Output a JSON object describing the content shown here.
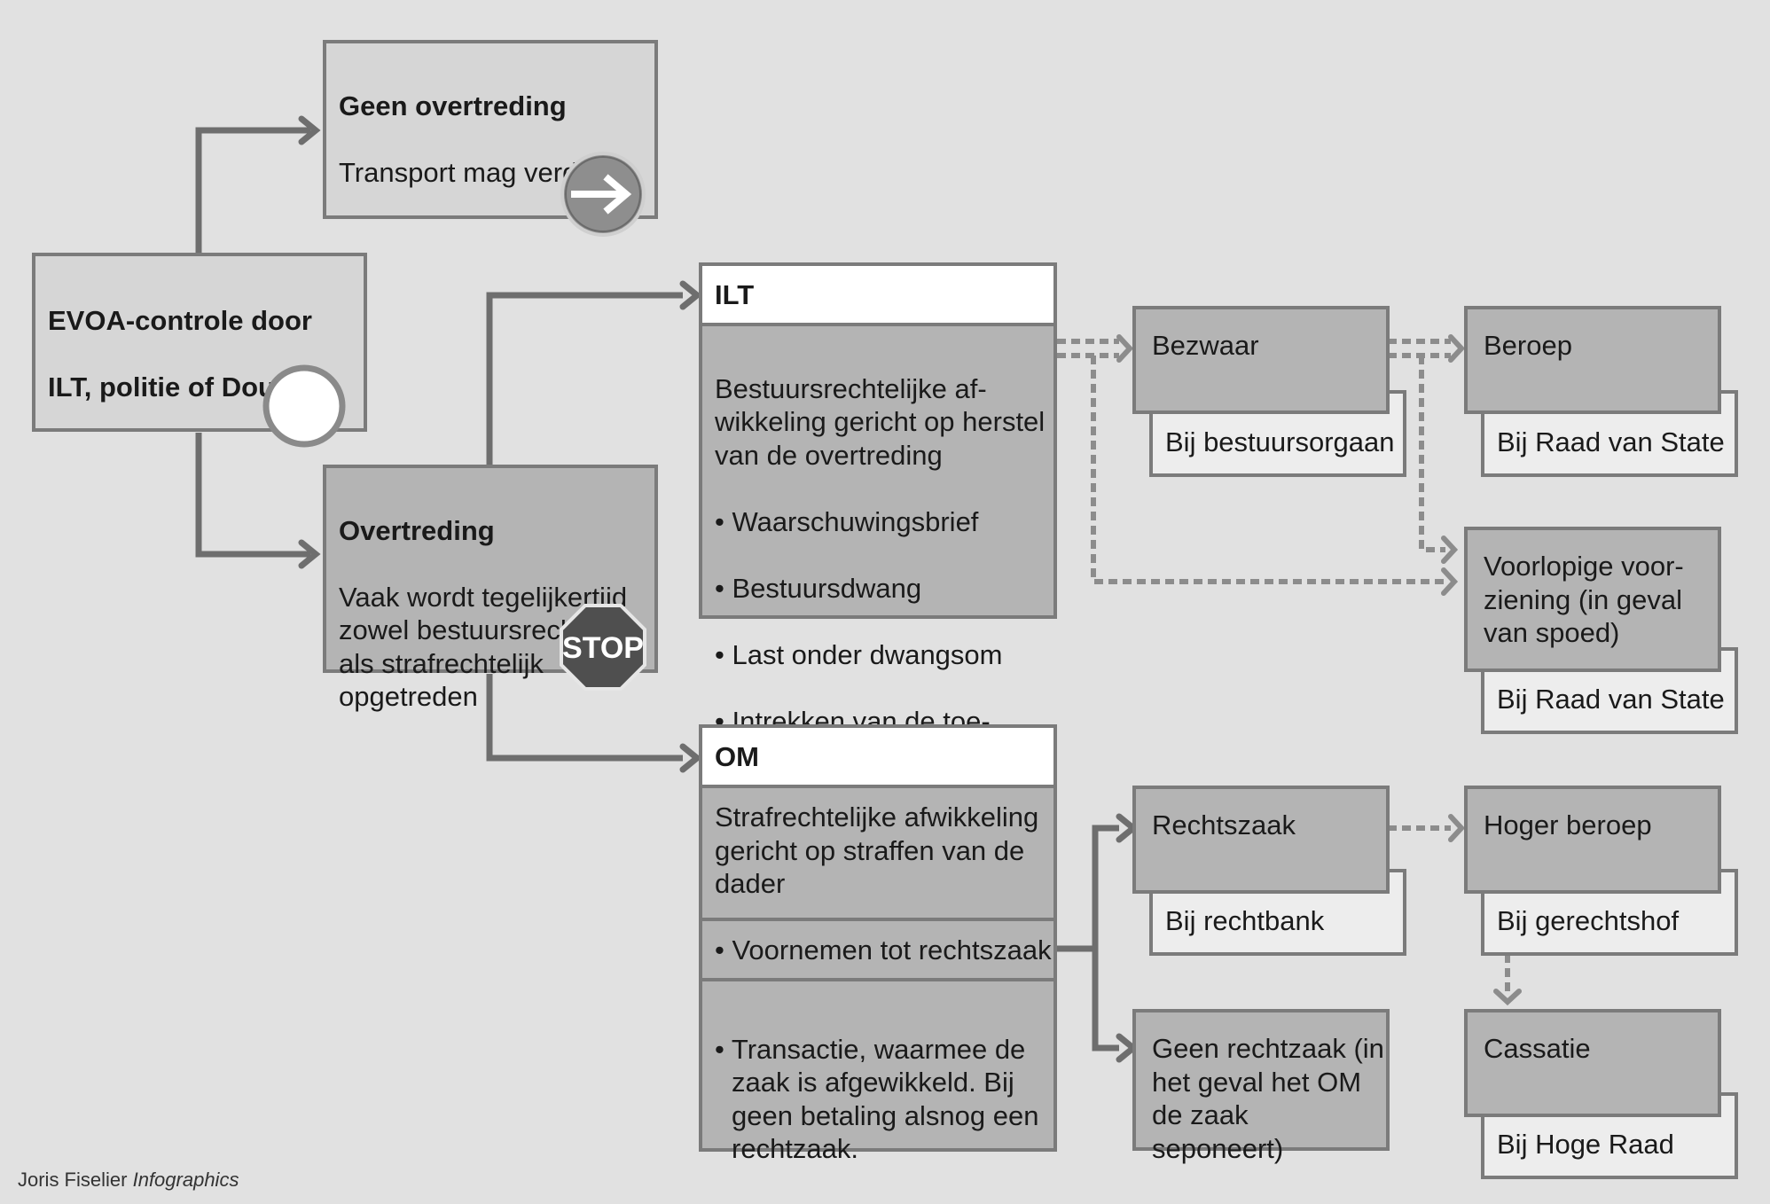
{
  "evoa": {
    "title_line1": "EVOA-controle door",
    "title_line2": "ILT, politie of Douane"
  },
  "geen_overtreding": {
    "title": "Geen overtreding",
    "text": "Transport mag verder"
  },
  "overtreding": {
    "title": "Overtreding",
    "text": "Vaak wordt tegelijkertijd\nzowel bestuursrechtelijk\nals strafrechtelijk\nopgetreden",
    "stop_sign": "STOP"
  },
  "ilt": {
    "header": "ILT",
    "text": "Bestuursrechtelijke af-\nwikkeling gericht op herstel\nvan de overtreding",
    "items": [
      "• Waarschuwingsbrief",
      "• Bestuursdwang",
      "• Last onder dwangsom",
      "• Intrekken van de toe-\nstemming voor export"
    ]
  },
  "om": {
    "header": "OM",
    "text": "Strafrechtelijke afwikkeling\ngericht op straffen van de\ndader",
    "item1": "• Voornemen tot rechtszaak",
    "item2": "• Transactie, waarmee de\nzaak is afgewikkeld. Bij\ngeen betaling alsnog een\nrechtzaak."
  },
  "bezwaar": {
    "title": "Bezwaar",
    "sub": "Bij bestuursorgaan"
  },
  "beroep": {
    "title": "Beroep",
    "sub": "Bij Raad van State"
  },
  "voorlopig": {
    "title": "Voorlopige voor-\nziening (in geval\nvan spoed)",
    "sub": "Bij Raad van State"
  },
  "rechtszaak": {
    "title": "Rechtszaak",
    "sub": "Bij rechtbank"
  },
  "geen_rechtszaak": {
    "title": "Geen rechtzaak (in\nhet geval het OM\nde zaak seponeert)"
  },
  "hoger_beroep": {
    "title": "Hoger beroep",
    "sub": "Bij gerechtshof"
  },
  "cassatie": {
    "title": "Cassatie",
    "sub": "Bij Hoge Raad"
  },
  "credit": {
    "name": "Joris Fiselier",
    "brand": "Infographics"
  },
  "icons": [
    "arrow-right-icon",
    "circle-icon",
    "stop-sign-icon"
  ]
}
